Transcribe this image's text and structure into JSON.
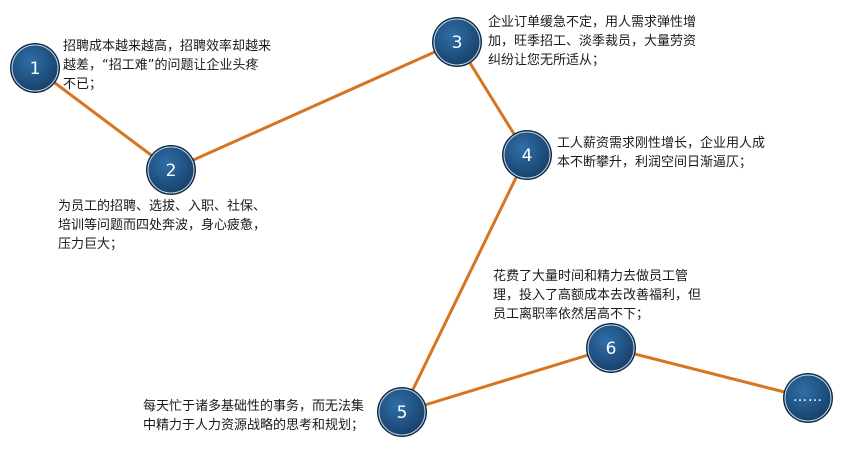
{
  "diagram": {
    "line_color": "#d6741f",
    "node_color": "#1f5283",
    "node_ring_color": "#0c2c4c",
    "nodes": [
      {
        "label": "1",
        "text": [
          "招聘成本越来越高，招聘效率却越来",
          "越差，“招工难”的问题让企业头疼",
          "不已；"
        ]
      },
      {
        "label": "2",
        "text": [
          "为员工的招聘、选拔、入职、社保、",
          "培训等问题而四处奔波，身心疲惫，",
          "压力巨大；"
        ]
      },
      {
        "label": "3",
        "text": [
          "企业订单缓急不定，用人需求弹性增",
          "加，旺季招工、淡季裁员，大量劳资",
          "纠纷让您无所适从；"
        ]
      },
      {
        "label": "4",
        "text": [
          "工人薪资需求刚性增长，企业用人成",
          "本不断攀升，利润空间日渐逼仄；"
        ]
      },
      {
        "label": "5",
        "text": [
          "每天忙于诸多基础性的事务，而无法集",
          "中精力于人力资源战略的思考和规划；"
        ]
      },
      {
        "label": "6",
        "text": [
          "花费了大量时间和精力去做员工管",
          "理，投入了高额成本去改善福利，但",
          "员工离职率依然居高不下；"
        ]
      },
      {
        "label": "……",
        "text": []
      }
    ]
  }
}
